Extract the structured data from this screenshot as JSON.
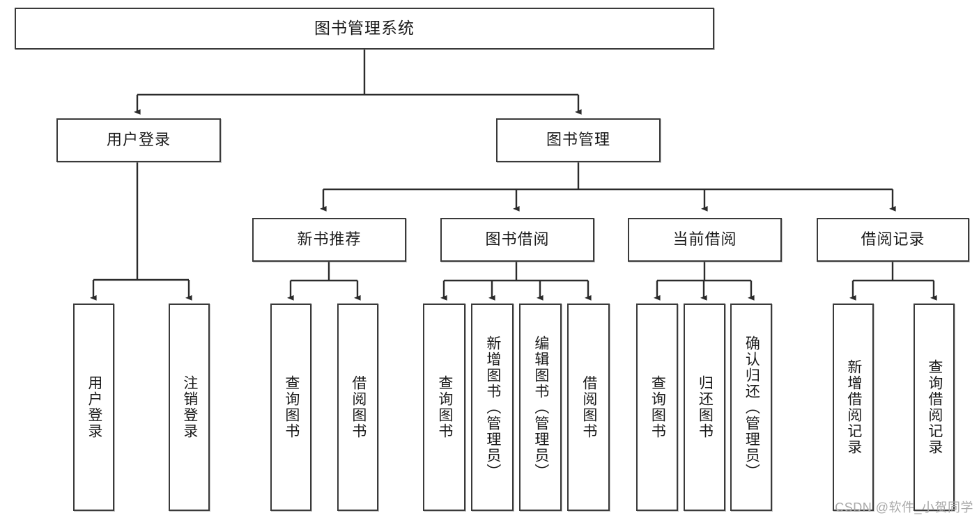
{
  "diagram": {
    "type": "tree",
    "title": "图书管理系统",
    "watermark": "CSDN @软件_小贺同学",
    "colors": {
      "box_border": "#3a3a3a",
      "box_fill": "#ffffff",
      "connector": "#2b2b2b",
      "text": "#1a1a1a",
      "watermark": "#a9a9a9"
    },
    "levels": {
      "level1": {
        "label": "图书管理系统"
      },
      "level2": [
        {
          "id": "user-login",
          "label": "用户登录"
        },
        {
          "id": "book-management",
          "label": "图书管理"
        }
      ],
      "level3": [
        {
          "id": "new-book-recommend",
          "label": "新书推荐"
        },
        {
          "id": "book-borrow",
          "label": "图书借阅"
        },
        {
          "id": "current-borrow",
          "label": "当前借阅"
        },
        {
          "id": "borrow-record",
          "label": "借阅记录"
        }
      ],
      "level4": [
        {
          "id": "leaf-user-login",
          "label": "用户登录",
          "parent": "user-login"
        },
        {
          "id": "leaf-user-logout",
          "label": "注销登录",
          "parent": "user-login"
        },
        {
          "id": "leaf-query-book-1",
          "label": "查询图书",
          "parent": "new-book-recommend"
        },
        {
          "id": "leaf-borrow-book-1",
          "label": "借阅图书",
          "parent": "new-book-recommend"
        },
        {
          "id": "leaf-query-book-2",
          "label": "查询图书",
          "parent": "book-borrow"
        },
        {
          "id": "leaf-add-book",
          "label": "新增图书（管理员）",
          "parent": "book-borrow"
        },
        {
          "id": "leaf-edit-book",
          "label": "编辑图书（管理员）",
          "parent": "book-borrow"
        },
        {
          "id": "leaf-borrow-book-2",
          "label": "借阅图书",
          "parent": "book-borrow"
        },
        {
          "id": "leaf-query-book-3",
          "label": "查询图书",
          "parent": "current-borrow"
        },
        {
          "id": "leaf-return-book",
          "label": "归还图书",
          "parent": "current-borrow"
        },
        {
          "id": "leaf-confirm-return",
          "label": "确认归还（管理员）",
          "parent": "current-borrow"
        },
        {
          "id": "leaf-add-record",
          "label": "新增借阅记录",
          "parent": "borrow-record"
        },
        {
          "id": "leaf-query-record",
          "label": "查询借阅记录",
          "parent": "borrow-record"
        }
      ]
    }
  }
}
